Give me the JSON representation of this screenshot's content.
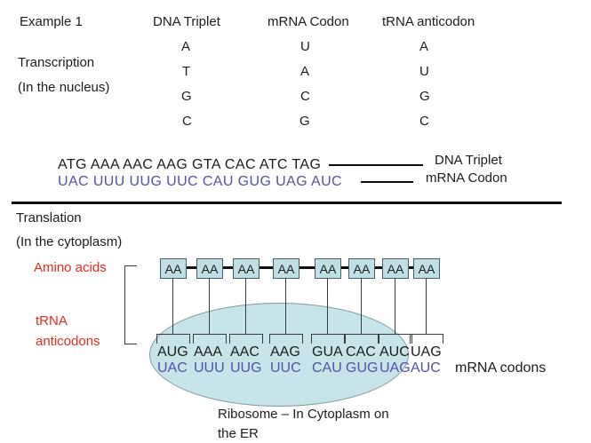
{
  "colors": {
    "text_black": "#1c1c1c",
    "mrna_blue": "#5252a8",
    "label_red": "#e02b20",
    "aa_box_fill": "#bfdfe4",
    "aa_box_border": "#41606d",
    "ribosome_fill": "#c7e4e8",
    "ribosome_border": "#7d99a2"
  },
  "transcription_table": {
    "example_label": "Example 1",
    "process_label": "Transcription",
    "location_label": "(In the nucleus)",
    "columns": [
      {
        "header": "DNA Triplet",
        "letters": [
          "A",
          "T",
          "G",
          "C"
        ]
      },
      {
        "header": "mRNA Codon",
        "letters": [
          "U",
          "A",
          "C",
          "G"
        ]
      },
      {
        "header": "tRNA anticodon",
        "letters": [
          "A",
          "U",
          "G",
          "C"
        ]
      }
    ]
  },
  "sequences": {
    "dna_sequence": "ATG AAA AAC AAG GTA CAC ATC TAG",
    "dna_label": "DNA Triplet",
    "mrna_sequence": "UAC UUU UUG UUC CAU GUG UAG AUC",
    "mrna_label": "mRNA Codon"
  },
  "translation": {
    "process_label": "Translation",
    "location_label": "(In the cytoplasm)",
    "amino_acids_label": "Amino acids",
    "trna_label_line1": "tRNA",
    "trna_label_line2": "anticodons",
    "aa_box_label": "AA",
    "codons_black": [
      "AUG",
      "AAA",
      "AAC",
      "AAG",
      "GUA",
      "CAC",
      "AUC",
      "UAG"
    ],
    "codons_blue": [
      "UAC",
      "UUU",
      "UUG",
      "UUC",
      "CAU",
      "GUG",
      "UAG",
      "AUC"
    ],
    "mrna_codons_label": "mRNA codons",
    "ribosome_caption_line1": "Ribosome – In Cytoplasm on",
    "ribosome_caption_line2": "the ER"
  }
}
